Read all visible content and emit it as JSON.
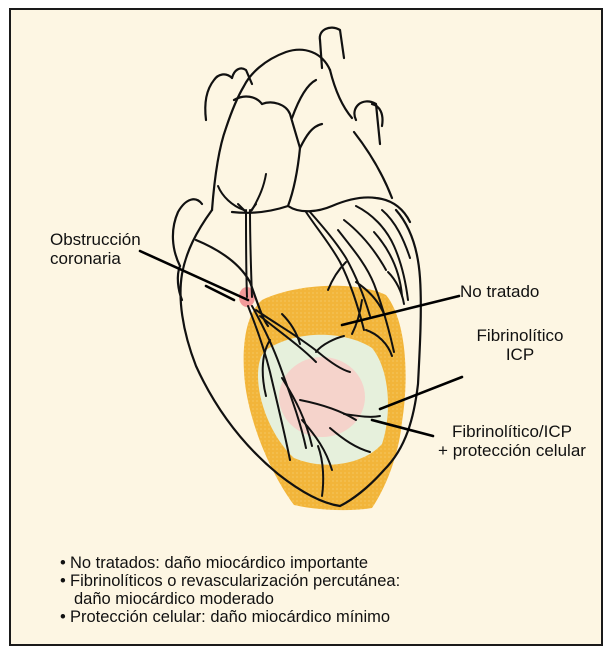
{
  "labels": {
    "obstruction_line1": "Obstrucción",
    "obstruction_line2": "coronaria",
    "untreated": "No tratado",
    "fibrinolytic_line1": "Fibrinolítico",
    "fibrinolytic_line2": "ICP",
    "protection_line1": "Fibrinolítico/ICP",
    "protection_line2": "+ protección celular"
  },
  "notes": {
    "bullet": "•",
    "item1": "No tratados: daño miocárdico importante",
    "item2_line1": "Fibrinolíticos o revascularización percutánea:",
    "item2_line2": "daño miocárdico moderado",
    "item3": "Protección celular: daño miocárdico mínimo"
  },
  "colors": {
    "background": "#fdf6e3",
    "untreated_zone": "#f2b53a",
    "moderate_zone": "#e6f0dc",
    "minimal_zone": "#f5d3cb",
    "occlusion": "#f29a9a"
  }
}
